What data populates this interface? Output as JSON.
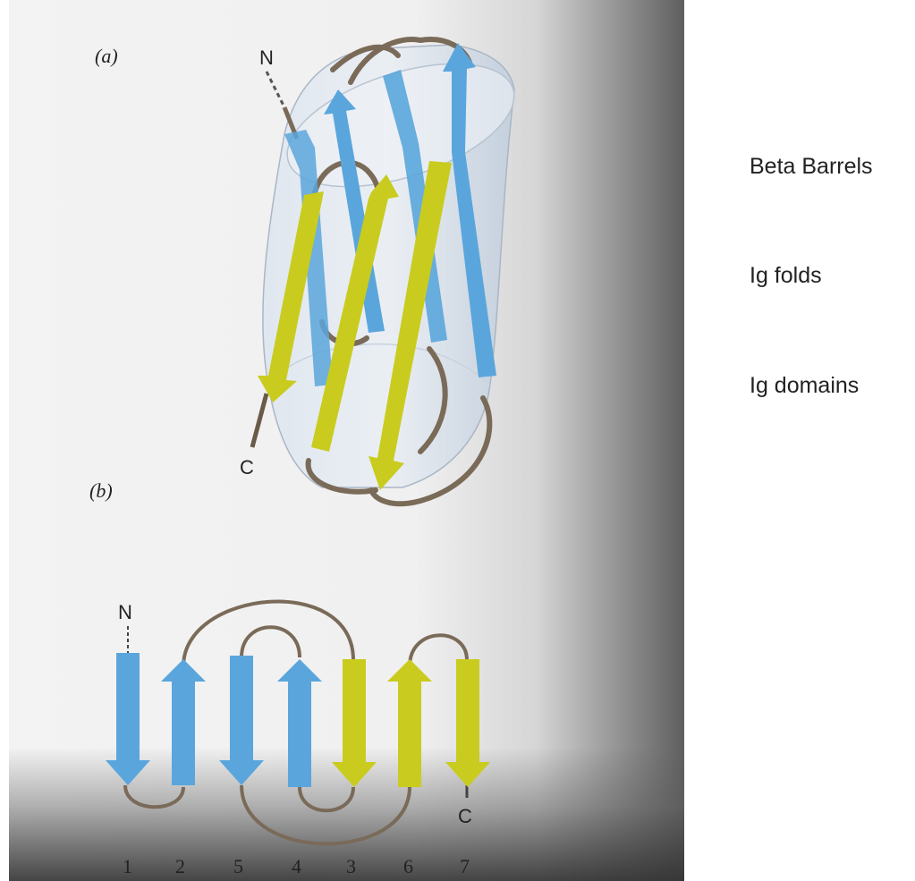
{
  "figure": {
    "panel_a_label": "(a)",
    "panel_b_label": "(b)",
    "a_n_terminus": "N",
    "a_c_terminus": "C",
    "b_n_terminus": "N",
    "b_c_terminus": "C",
    "strand_numbers": [
      "1",
      "2",
      "5",
      "4",
      "3",
      "6",
      "7"
    ]
  },
  "colors": {
    "blue_strand": "#5aa6dc",
    "yellow_strand": "#c9cc1e",
    "loop": "#7a6a58",
    "barrel": "#c9d6e6"
  },
  "side_labels": [
    "Beta Barrels",
    "Ig folds",
    "Ig domains"
  ]
}
